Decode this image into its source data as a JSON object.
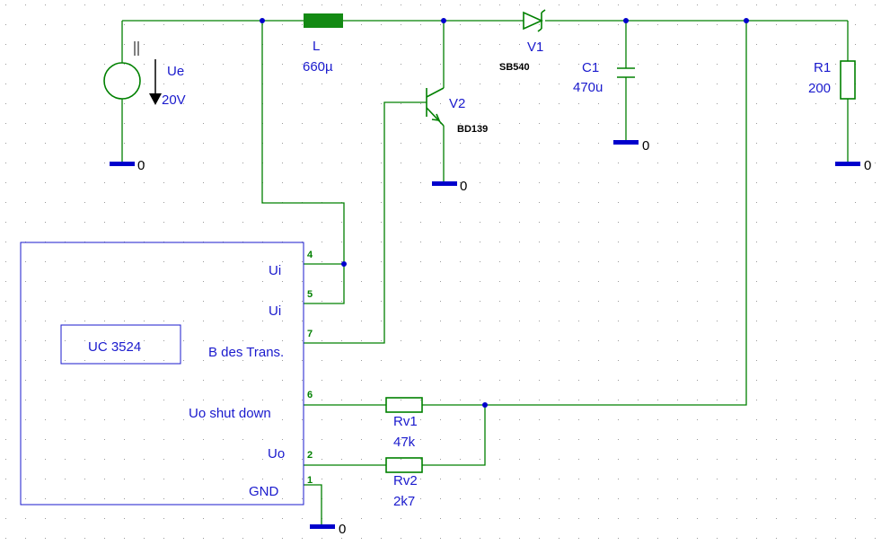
{
  "source": {
    "name": "Ue",
    "value": "20V"
  },
  "inductor": {
    "name": "L",
    "value": "660µ"
  },
  "diode": {
    "name": "V1",
    "part": "SB540"
  },
  "capacitor": {
    "name": "C1",
    "value": "470u"
  },
  "load": {
    "name": "R1",
    "value": "200"
  },
  "transistor": {
    "name": "V2",
    "part": "BD139"
  },
  "ground_label": "0",
  "ic": {
    "name": "UC 3524",
    "pins": [
      {
        "number": "4",
        "label": "Ui"
      },
      {
        "number": "5",
        "label": "Ui"
      },
      {
        "number": "7",
        "label": "B des Trans."
      },
      {
        "number": "6",
        "label": "Uo shut down"
      },
      {
        "number": "2",
        "label": "Uo"
      },
      {
        "number": "1",
        "label": "GND"
      }
    ]
  },
  "rv1": {
    "name": "Rv1",
    "value": "47k"
  },
  "rv2": {
    "name": "Rv2",
    "value": "2k7"
  },
  "colors": {
    "wire": "#008000",
    "label": "#1a1acd",
    "node": "#0000cc",
    "grid": "#9a9a9a"
  }
}
